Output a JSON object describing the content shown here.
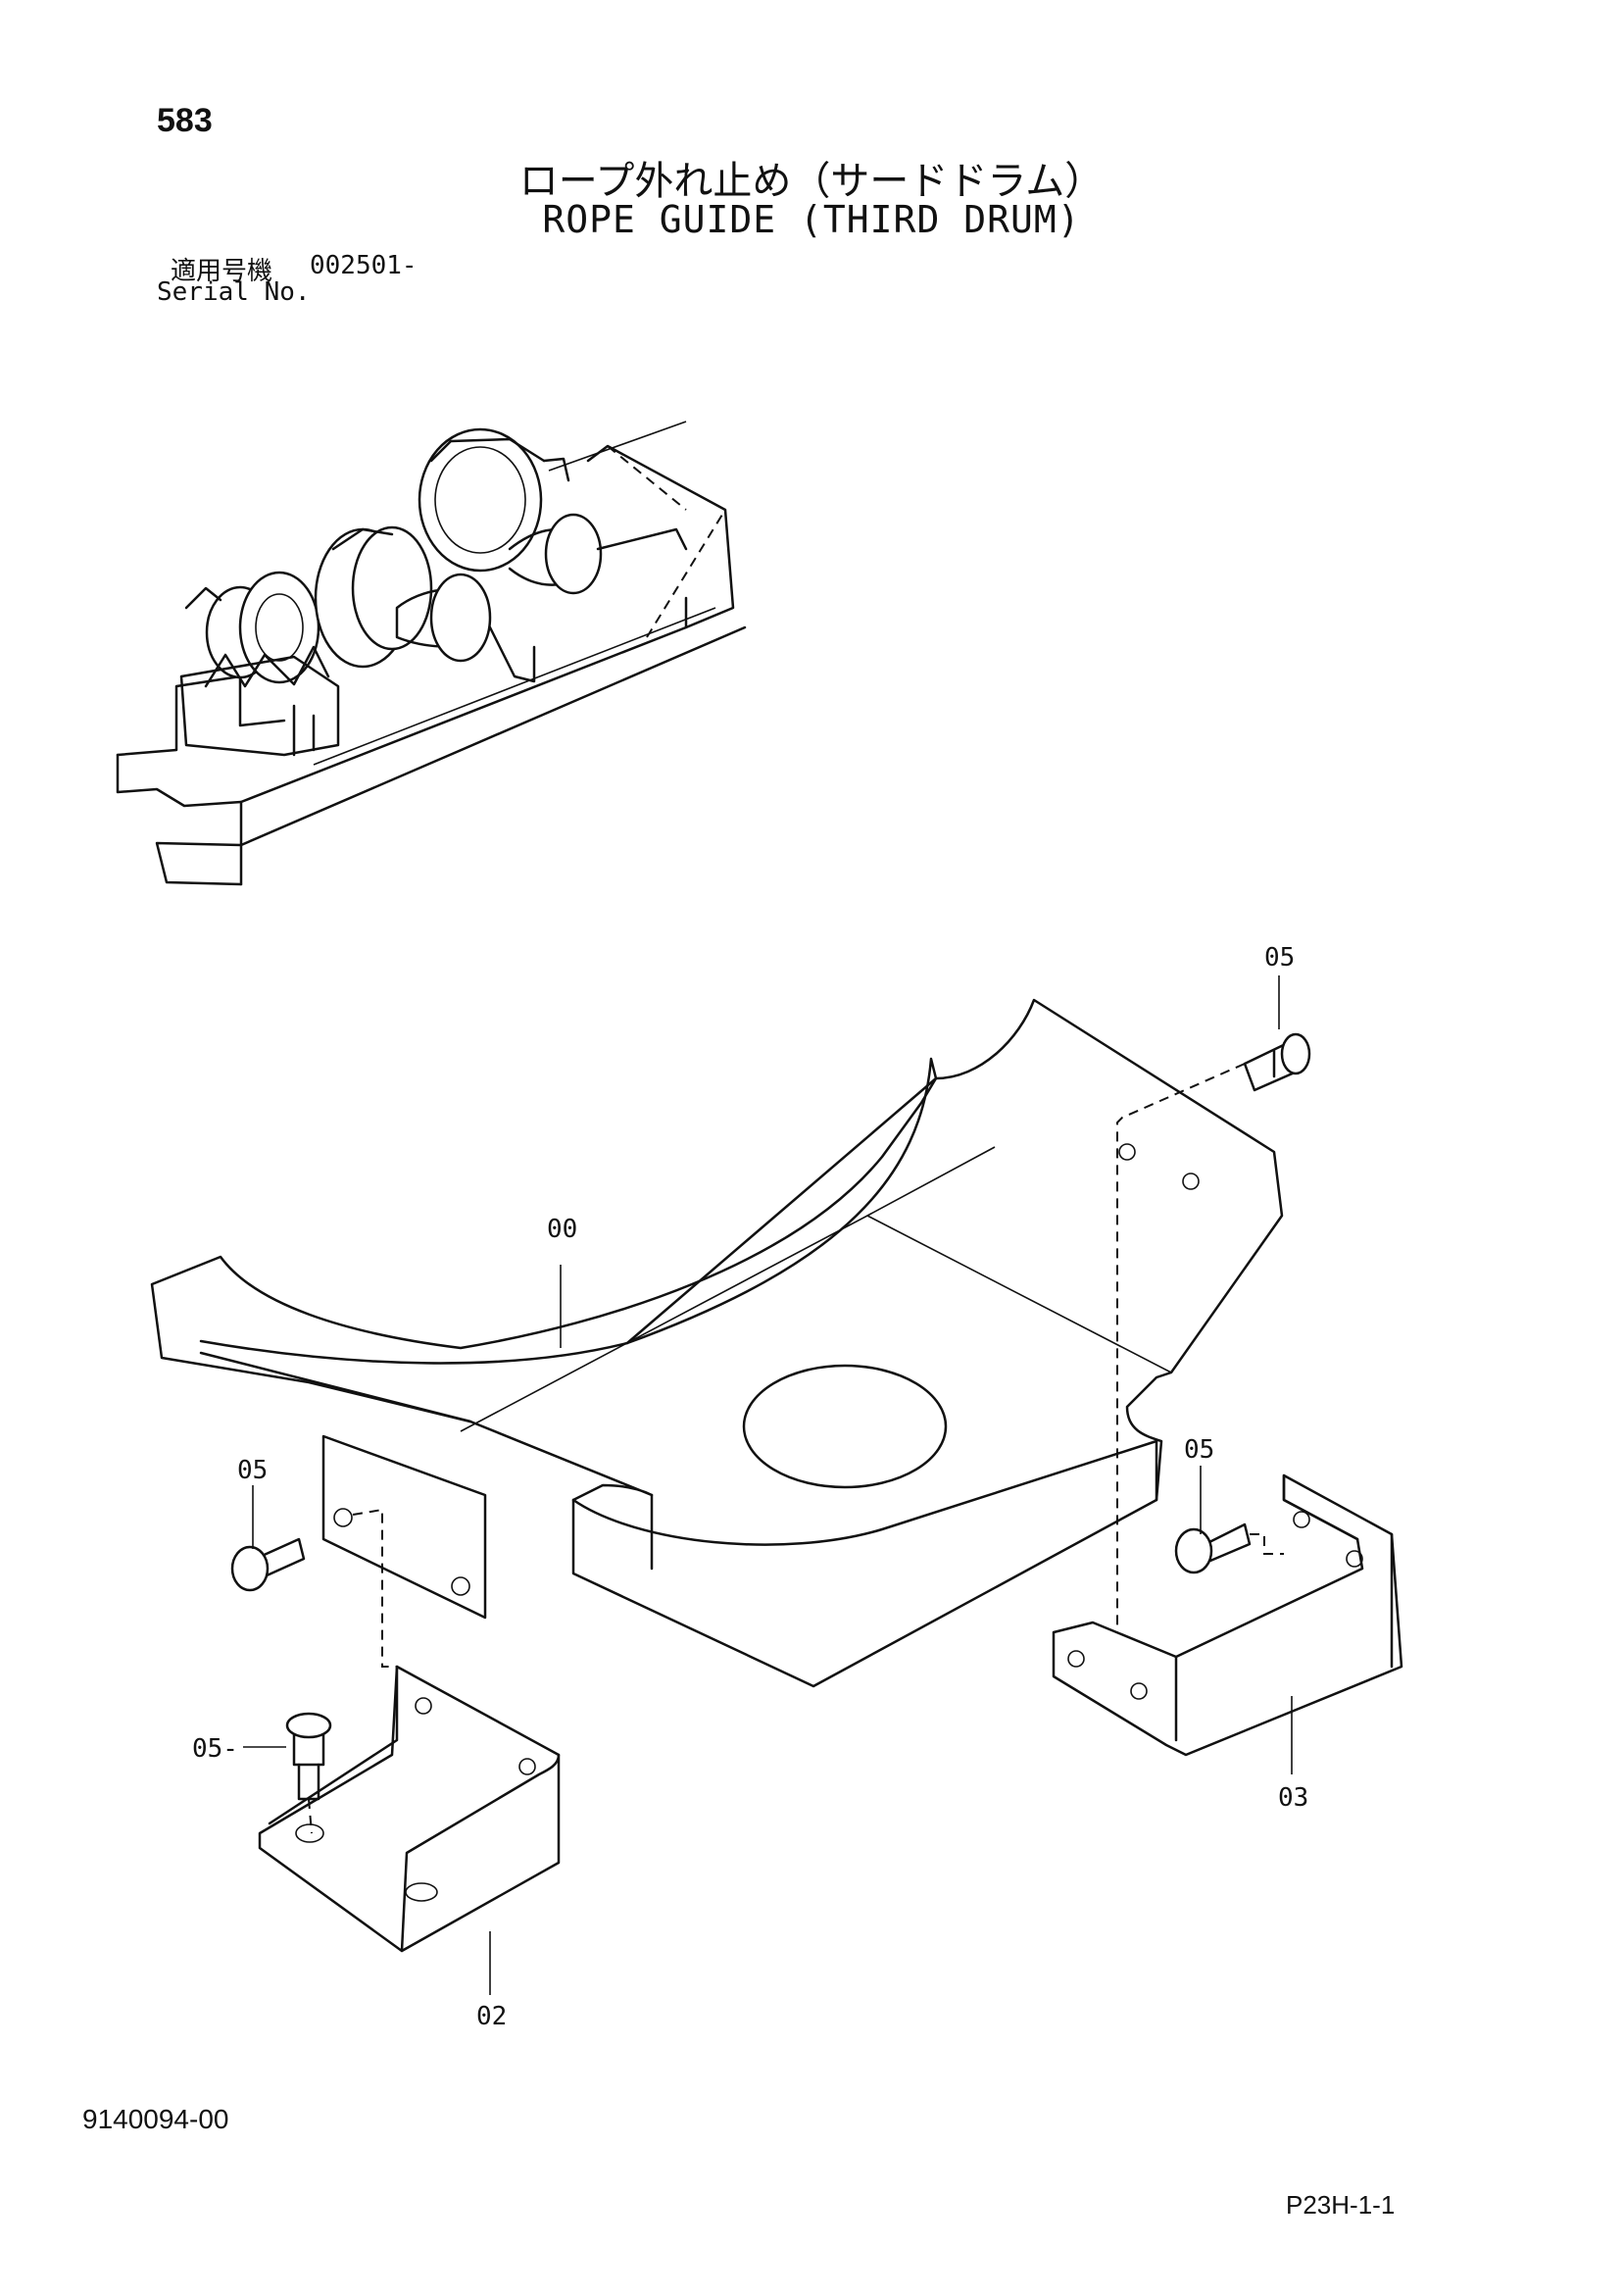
{
  "header": {
    "page_number": "583",
    "title_ja": "ロープ外れ止め（サードドラム）",
    "title_en": "ROPE GUIDE (THIRD DRUM)",
    "serial_label_ja": "適用号機",
    "serial_label_en": "Serial No.",
    "serial_value": "002501-"
  },
  "callouts": {
    "main_guide": "00",
    "bracket_left": "02",
    "bracket_right": "03",
    "bolt_top_right": "05",
    "bolt_left": "05",
    "bolt_right": "05",
    "bolt_bottom_left": "05-"
  },
  "footer": {
    "doc_number": "9140094-00",
    "page_code": "P23H-1-1"
  }
}
